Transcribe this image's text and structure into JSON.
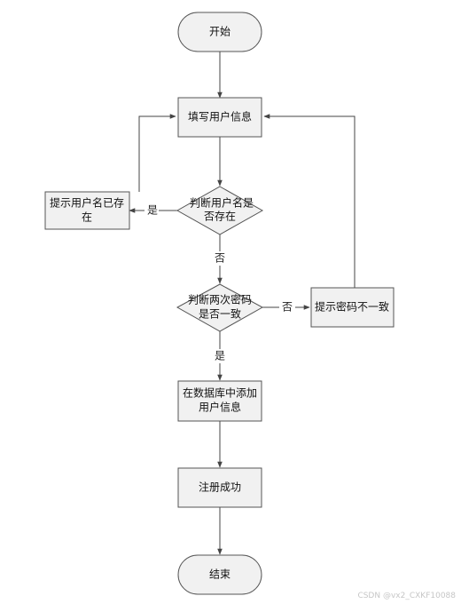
{
  "nodes": {
    "start": {
      "label": "开始"
    },
    "fill_info": {
      "label": "填写用户信息"
    },
    "check_username": {
      "line1": "判断用户名是",
      "line2": "否存在"
    },
    "username_exists": {
      "line1": "提示用户名已存",
      "line2": "在"
    },
    "check_password": {
      "line1": "判断两次密码",
      "line2": "是否一致"
    },
    "password_mismatch": {
      "label": "提示密码不一致"
    },
    "add_to_db": {
      "line1": "在数据库中添加",
      "line2": "用户信息"
    },
    "register_success": {
      "label": "注册成功"
    },
    "end": {
      "label": "结束"
    }
  },
  "edge_labels": {
    "username_yes": "是",
    "username_no": "否",
    "password_no": "否",
    "password_yes": "是"
  },
  "watermark": "CSDN @vx2_CXKF10088",
  "colors": {
    "shape_fill": "#f1f1f1",
    "stroke": "#555555",
    "line": "#444444"
  }
}
